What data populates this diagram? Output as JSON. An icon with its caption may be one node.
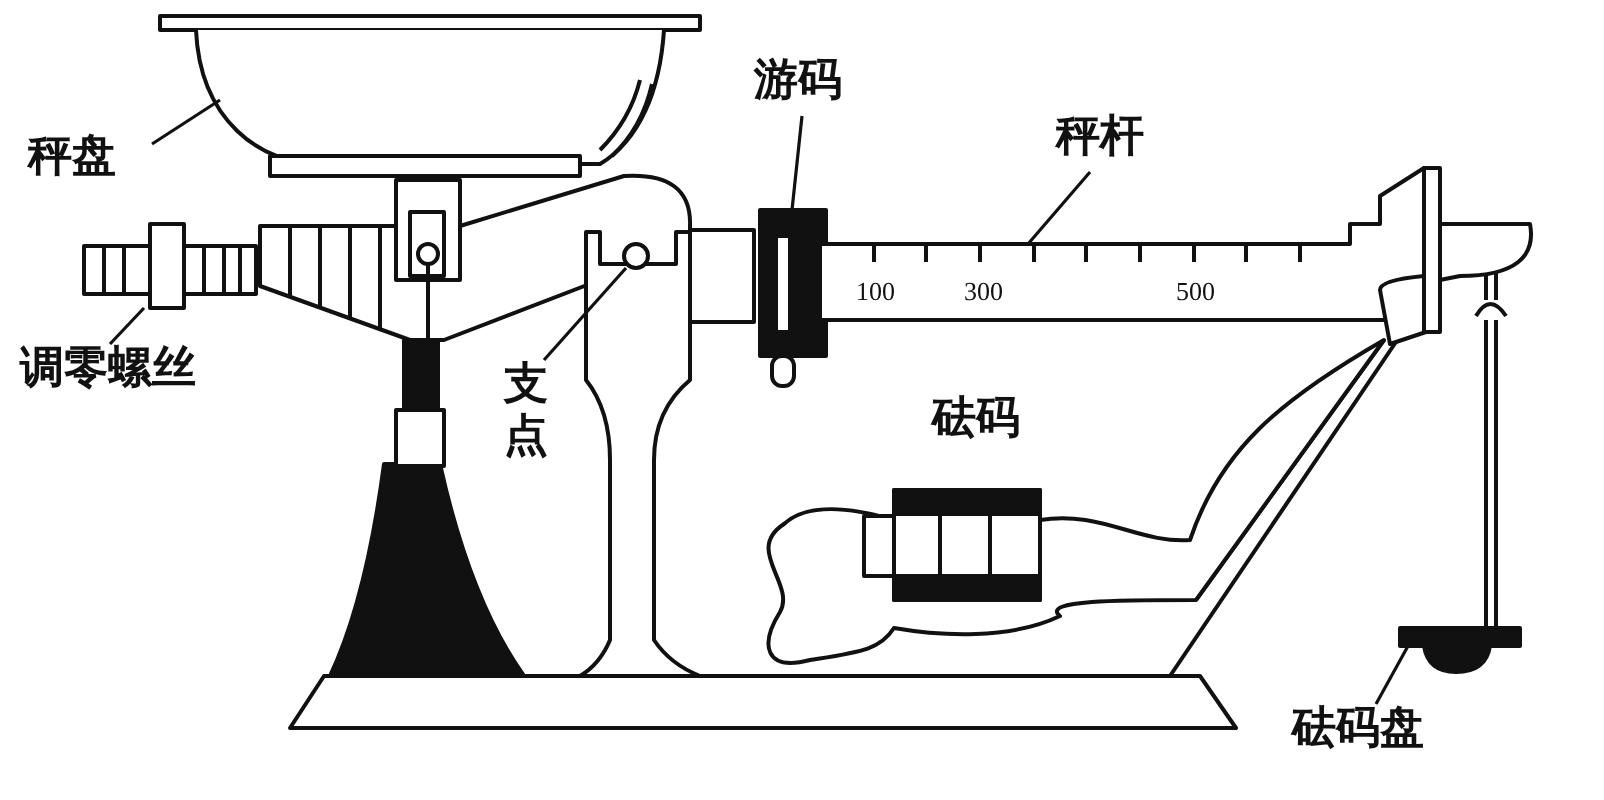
{
  "diagram": {
    "nodes": [
      {
        "text": [
          "秤盘"
        ]
      },
      {
        "text": [],
        "shape": "picture"
      },
      {
        "text": [
          "调零螺丝"
        ]
      },
      {
        "text": [],
        "shape": "picture"
      },
      {
        "text": [
          "支点"
        ]
      },
      {
        "text": [],
        "shape": "circle"
      },
      {
        "text": [
          "游码"
        ]
      },
      {
        "text": [],
        "shape": "picture"
      },
      {
        "text": [
          "秤杆"
        ]
      },
      {
        "text": [],
        "shape": "picture"
      },
      {
        "text": [
          "砝码盘"
        ]
      },
      {
        "text": [],
        "shape": "picture"
      }
    ],
    "edges": [
      {
        "from": 0,
        "to": 1,
        "arrow": "none"
      },
      {
        "from": 2,
        "to": 3,
        "arrow": "none"
      },
      {
        "from": 4,
        "to": 5,
        "arrow": "none"
      },
      {
        "from": 6,
        "to": 7,
        "arrow": "none"
      },
      {
        "from": 8,
        "to": 9,
        "arrow": "none"
      },
      {
        "from": 10,
        "to": 11,
        "arrow": "none"
      }
    ],
    "labels": [
      "100",
      "300",
      "500",
      "砝码"
    ]
  }
}
